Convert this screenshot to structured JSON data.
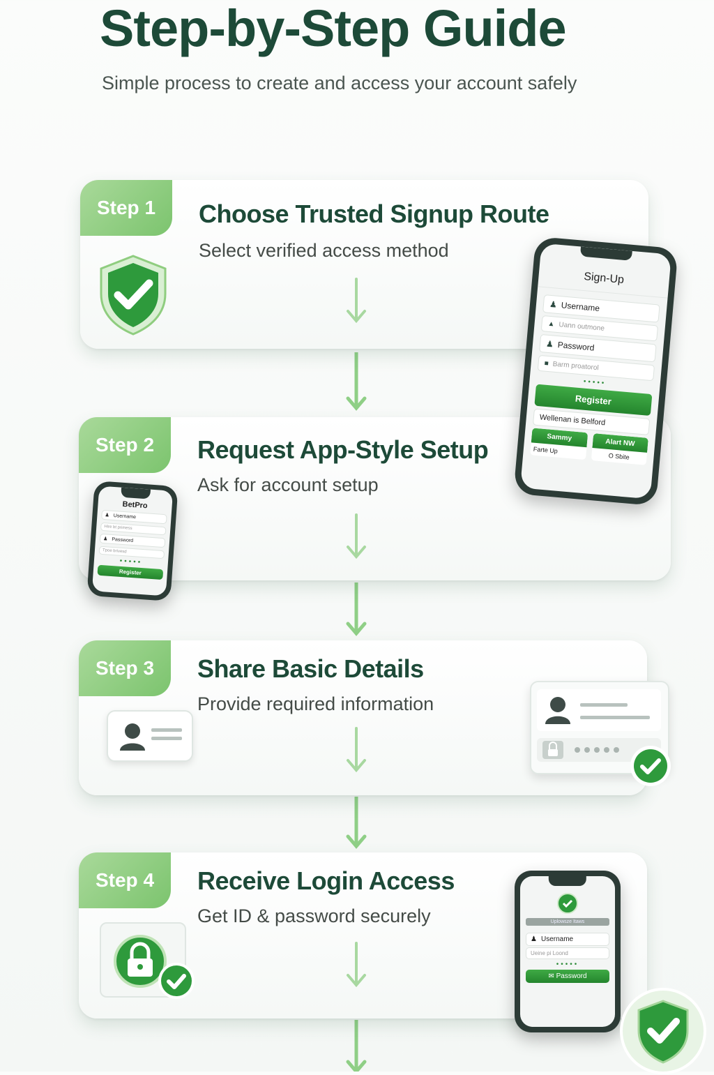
{
  "header": {
    "title": "Step-by-Step Guide",
    "subtitle": "Simple process to create and access your account safely"
  },
  "steps": [
    {
      "badge": "Step 1",
      "title": "Choose Trusted Signup Route",
      "subtitle": "Select verified access method"
    },
    {
      "badge": "Step 2",
      "title": "Request App-Style Setup",
      "subtitle": "Ask for account setup"
    },
    {
      "badge": "Step 3",
      "title": "Share Basic Details",
      "subtitle": "Provide required information"
    },
    {
      "badge": "Step 4",
      "title": "Receive Login Access",
      "subtitle": "Get ID & password securely"
    }
  ],
  "phone_signup": {
    "title": "Sign-Up",
    "username_label": "Username",
    "username_placeholder": "Uann outmone",
    "password_label": "Password",
    "password_placeholder": "Barm proatorol",
    "register": "Register",
    "welcome": "Wellenan is Belford",
    "btn_left": "Sammy",
    "btn_right": "Alart NW",
    "sub_left": "Farte Up",
    "sub_right": "O Sbite"
  },
  "phone_betpro": {
    "title": "BetPro",
    "username_label": "Username",
    "username_placeholder": "Hire bt primess",
    "password_label": "Password",
    "password_placeholder": "Tpoe brivesd",
    "register": "Register"
  },
  "phone_login": {
    "banner": "Uplowsze Itaws",
    "username_label": "Username",
    "username_placeholder": "Ueine pi Loond",
    "password_button": "Password"
  },
  "colors": {
    "accent": "#2e9a3c",
    "title": "#1d4a38",
    "badge": "#8fcd7f"
  }
}
